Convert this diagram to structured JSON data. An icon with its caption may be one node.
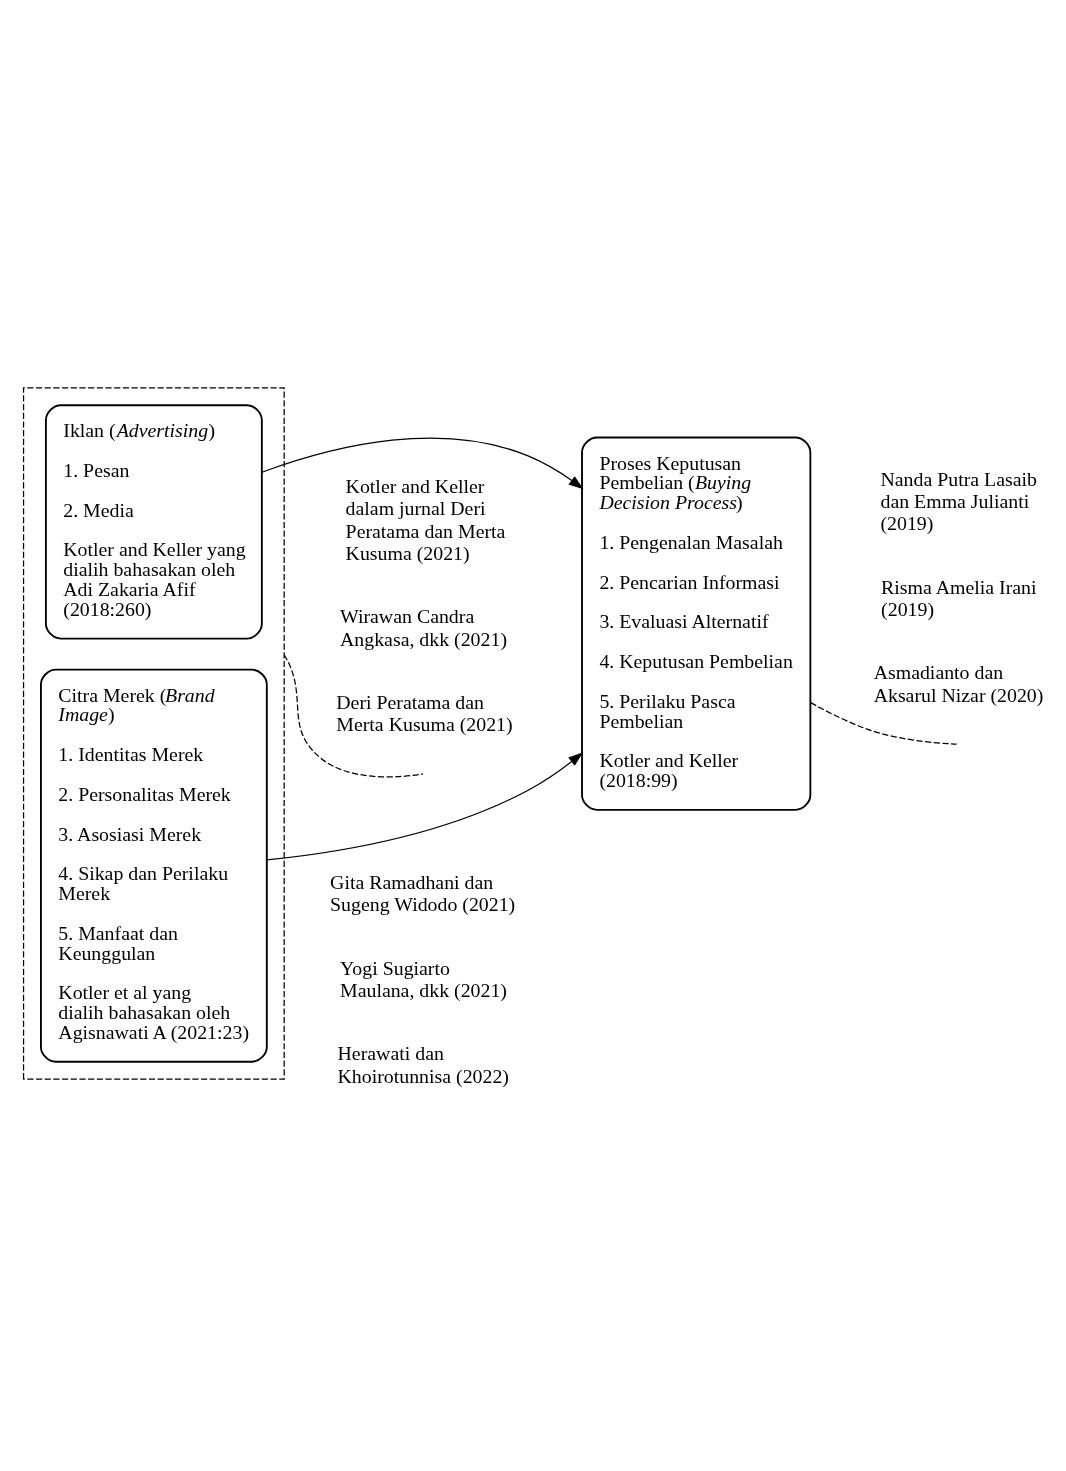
{
  "diagram": {
    "nodes": [
      {
        "text": [],
        "shape": "box"
      },
      {
        "text": [
          "Iklan (*Advertising*)",
          "1. Pesan",
          "2. Media",
          "Kotler and Keller yang dialih bahasakan oleh Adi Zakaria Afif (2018:260)"
        ],
        "in": 0
      },
      {
        "text": [
          "Citra Merek (*Brand Image*)",
          "1. Identitas Merek",
          "2. Personalitas Merek",
          "3. Asosiasi Merek",
          "4. Sikap dan Perilaku Merek",
          "5. Manfaat dan Keunggulan",
          "Kotler et al yang dialih bahasakan oleh Agisnawati A (2021:23)"
        ],
        "in": 0
      },
      {
        "text": [
          "Proses Keputusan Pembelian (*Buying Decision Process*)",
          "1. Pengenalan Masalah",
          "2. Pencarian Informasi",
          "3. Evaluasi Alternatif",
          "4. Keputusan Pembelian",
          "5. Perilaku Pasca Pembelian",
          "Kotler and Keller (2018:99)"
        ]
      }
    ],
    "edges": [
      {
        "from": 1,
        "to": 3,
        "arrow": "to"
      },
      {
        "from": 2,
        "to": 3,
        "arrow": "to"
      },
      {
        "from": 0,
        "to": null,
        "arrow": "none",
        "style": "dashed"
      },
      {
        "from": 3,
        "to": null,
        "arrow": "none",
        "style": "dashed"
      }
    ],
    "labels": [
      "Kotler and Keller dalam jurnal Deri Peratama dan Merta Kusuma (2021)",
      "Wirawan Candra Angkasa, dkk (2021)",
      "Deri Peratama dan Merta Kusuma (2021)",
      "Gita Ramadhani dan Sugeng Widodo (2021)",
      "Yogi Sugiarto Maulana, dkk (2021)",
      "Herawati dan Khoirotunnisa (2022)",
      "Nanda Putra Lasaib dan Emma Julianti (2019)",
      "Risma Amelia Irani (2019)",
      "Asmadianto dan Aksarul Nizar (2020)"
    ]
  }
}
